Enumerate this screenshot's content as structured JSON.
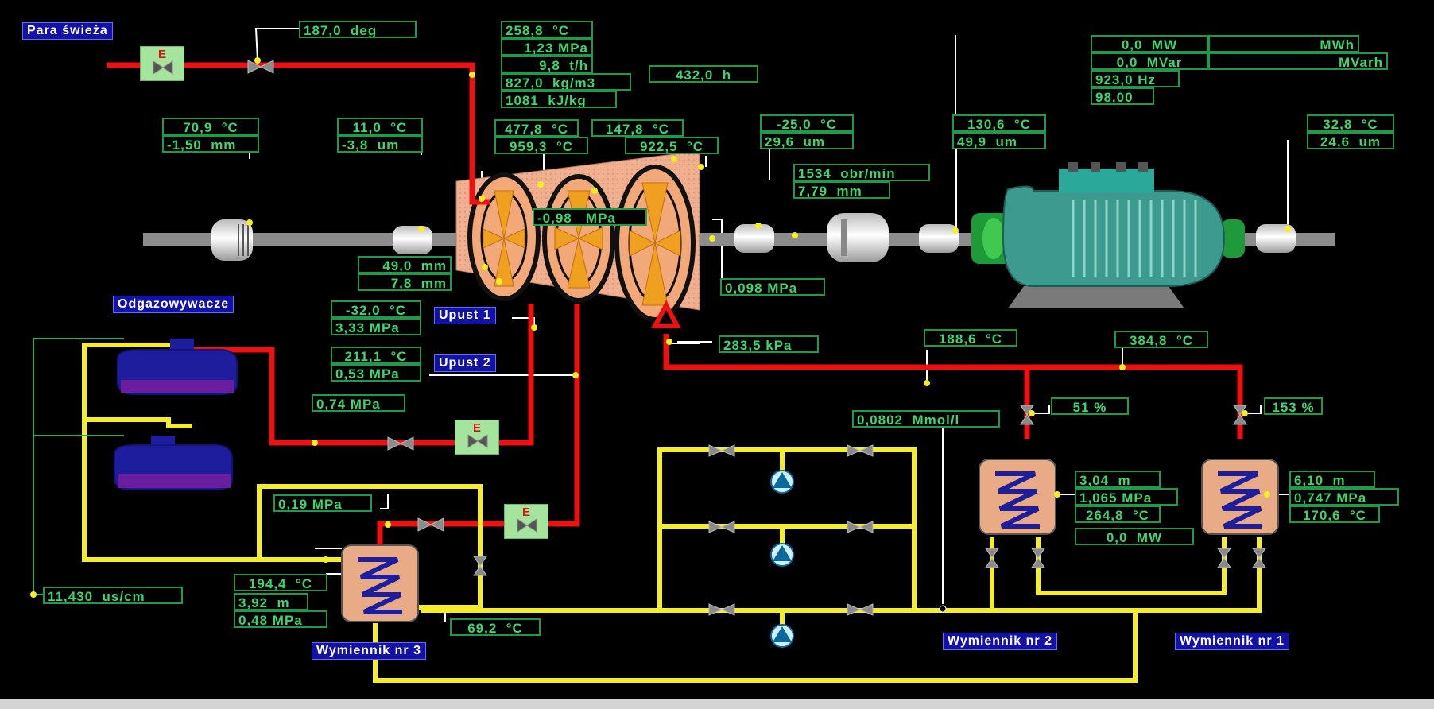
{
  "title_labels": {
    "fresh_steam": "Para świeża",
    "deaerators": "Odgazowywacze",
    "bleed1": "Upust 1",
    "bleed2": "Upust 2",
    "hx3": "Wymiennik nr 3",
    "hx2": "Wymiennik nr 2",
    "hx1": "Wymiennik nr 1"
  },
  "valve_mode": "E",
  "readouts": {
    "steam_valve_deg": "187,0  deg",
    "steam_temp": "258,8  °C",
    "steam_press": "1,23 MPa",
    "steam_flow": "9,8  t/h",
    "steam_density": "827,0  kg/m3",
    "steam_enthalpy": "1081  kJ/kg",
    "hours": "432,0  h",
    "b1_temp": "70,9  °C",
    "b1_vib": "-1,50  mm",
    "b2_temp": "11,0  °C",
    "b2_vib": "-3,8  um",
    "t1_temp": "477,8  °C",
    "t2_temp": "959,3  °C",
    "t3_temp": "147,8  °C",
    "t4_temp": "922,5  °C",
    "turbine_press": "-0,98   MPa",
    "shaft_disp1": "49,0  mm",
    "shaft_disp2": "7,8  mm",
    "exhaust_press": "0,098 MPa",
    "b3_temp": "-25,0  °C",
    "b3_vib": "29,6  um",
    "speed": "1534  obr/min",
    "axial": "7,79  mm",
    "b4_temp": "130,6  °C",
    "b4_vib": "49,9  um",
    "b5_temp": "32,8  °C",
    "b5_vib": "24,6  um",
    "active_power": "0,0  MW",
    "active_energy": "MWh",
    "reactive_power": "0,0  MVar",
    "reactive_energy": "MVarh",
    "frequency": "923,0 Hz",
    "power_factor": "98,00",
    "bleed1_temp": "-32,0  °C",
    "bleed1_press": "3,33 MPa",
    "bleed2_temp": "211,1  °C",
    "bleed2_press": "0,53 MPa",
    "deaerator_press": "0,74 MPa",
    "bleed_inlet_press": "283,5 kPa",
    "hx2_steam_temp": "188,6  °C",
    "hx1_steam_temp": "384,8  °C",
    "oxygen": "0,0802  Mmol/l",
    "hx2_valve": "51 %",
    "hx1_valve": "153 %",
    "hx2_level": "3,04  m",
    "hx2_press": "1,065 MPa",
    "hx2_temp": "264,8  °C",
    "hx2_power": "0,0  MW",
    "hx1_level": "6,10  m",
    "hx1_press": "0,747 MPa",
    "hx1_temp": "170,6  °C",
    "hx3_in_press": "0,19 MPa",
    "hx3_temp": "194,4  °C",
    "hx3_level": "3,92  m",
    "hx3_press": "0,48 MPa",
    "conductivity": "11,430  us/cm",
    "condensate_temp": "69,2  °C"
  },
  "colors": {
    "steam": "#ee1111",
    "water": "#f4ee22",
    "signal": "#2aa868",
    "shaft": "#8c8c8c",
    "readout_text": "#3cd66e",
    "label_bg": "#1212a6",
    "heat_exchanger": "#e9ab86",
    "deaerator": "#1d1d9e",
    "generator": "#3c9a8e"
  }
}
